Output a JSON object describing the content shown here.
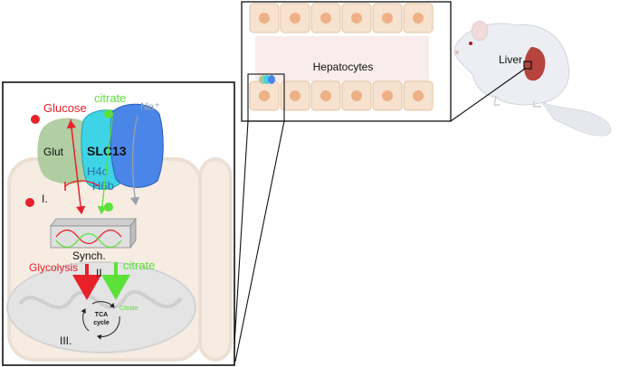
{
  "labels": {
    "hepatocytes": "Hepatocytes",
    "liver": "Liver",
    "glucose": "Glucose",
    "citrate_top": "citrate",
    "sodium": "Na⁺",
    "glut": "Glut",
    "slc13": "SLC13",
    "h4c": "H4c",
    "h6b": "H6b",
    "step_one": "I.",
    "synch": "Synch.",
    "glycolysis": "Glycolysis",
    "step_two": "II.",
    "citrate_mid": "citrate",
    "step_three": "III.",
    "tca": "TCA",
    "cycle": "cycle",
    "citrate_small": "Citrate"
  },
  "colors": {
    "glucose": "#e8202a",
    "citrate": "#5ce13a",
    "sodium": "#9aa0ad",
    "slc13_cyan": "#3fd3e6",
    "slc13_blue": "#4a86e8",
    "glut": "#a9c99a",
    "cell_fill": "#f6e2cf",
    "cell_nucleus": "#eeb087",
    "mouse_body": "#eceef3",
    "liver": "#b6433e"
  }
}
